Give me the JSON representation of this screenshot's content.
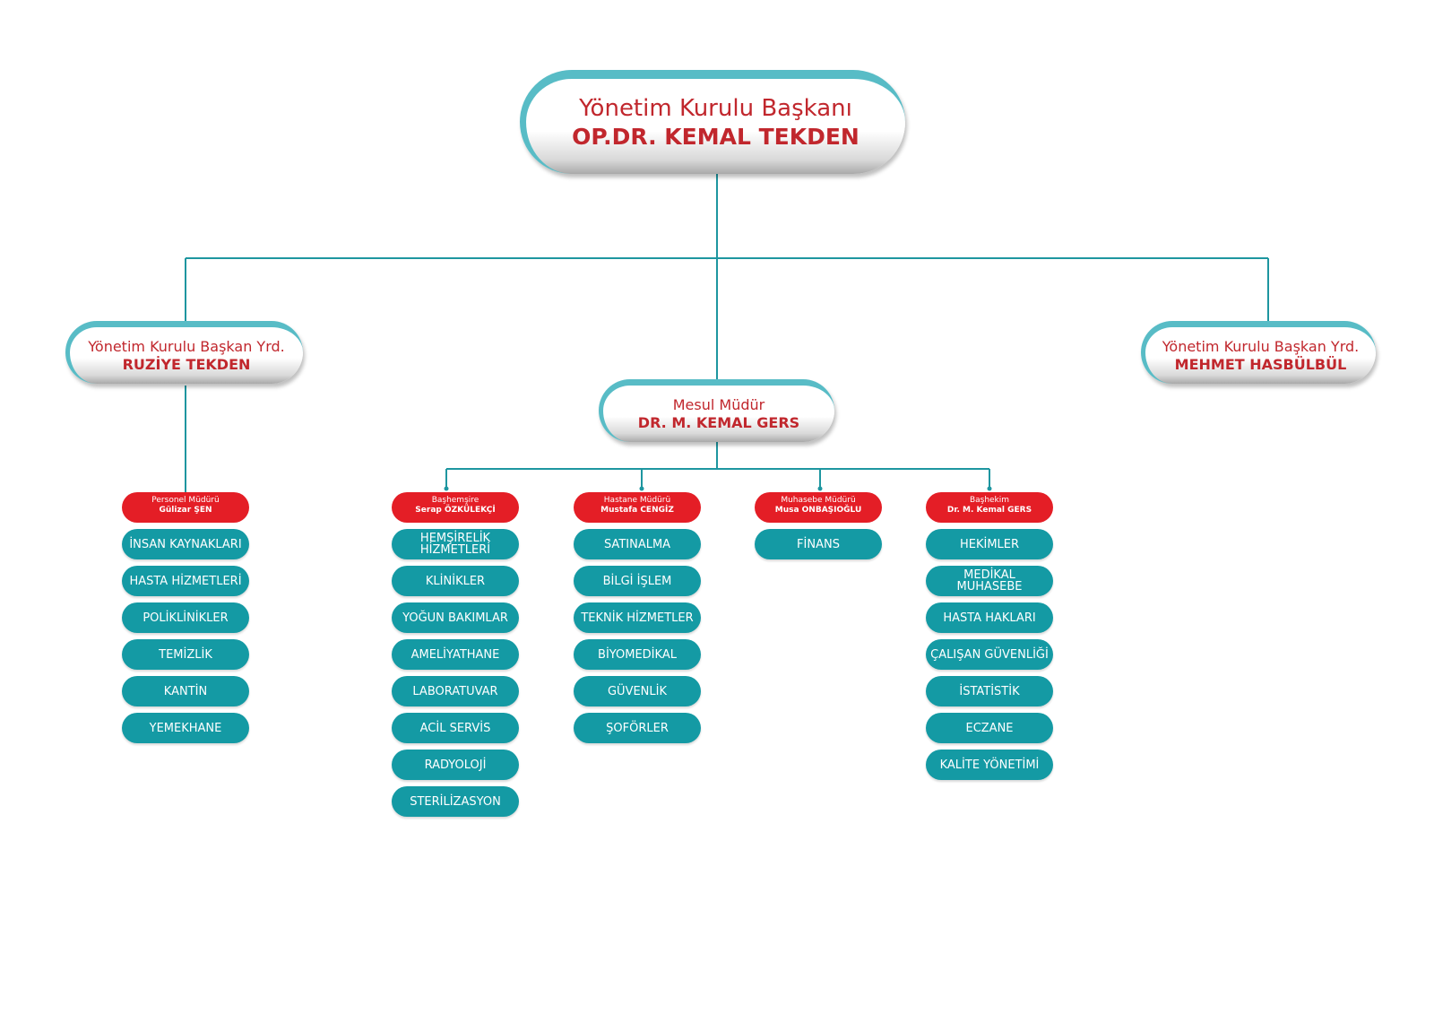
{
  "top": {
    "title": "Yönetim Kurulu Başkanı",
    "name": "OP.DR. KEMAL TEKDEN"
  },
  "left": {
    "title": "Yönetim Kurulu Başkan Yrd.",
    "name": "RUZİYE TEKDEN"
  },
  "right": {
    "title": "Yönetim Kurulu Başkan Yrd.",
    "name": "MEHMET HASBÜLBÜL"
  },
  "center": {
    "title": "Mesul Müdür",
    "name": "DR. M. KEMAL GERS"
  },
  "columns": [
    {
      "title": "Personel Müdürü",
      "name": "Gülizar ŞEN",
      "units": [
        "İNSAN KAYNAKLARI",
        "HASTA HİZMETLERİ",
        "POLİKLİNİKLER",
        "TEMİZLİK",
        "KANTİN",
        "YEMEKHANE"
      ]
    },
    {
      "title": "Başhemşire",
      "name": "Serap ÖZKÜLEKÇİ",
      "units": [
        "HEMŞİRELİK HİZMETLERİ",
        "KLİNİKLER",
        "YOĞUN BAKIMLAR",
        "AMELİYATHANE",
        "LABORATUVAR",
        "ACİL SERVİS",
        "RADYOLOJİ",
        "STERİLİZASYON"
      ]
    },
    {
      "title": "Hastane Müdürü",
      "name": "Mustafa CENGİZ",
      "units": [
        "SATINALMA",
        "BİLGİ İŞLEM",
        "TEKNİK HİZMETLER",
        "BİYOMEDİKAL",
        "GÜVENLİK",
        "ŞOFÖRLER"
      ]
    },
    {
      "title": "Muhasebe Müdürü",
      "name": "Musa ONBAŞIOĞLU",
      "units": [
        "FİNANS"
      ]
    },
    {
      "title": "Başhekim",
      "name": "Dr. M. Kemal GERS",
      "units": [
        "HEKİMLER",
        "MEDİKAL MUHASEBE",
        "HASTA HAKLARI",
        "ÇALIŞAN GÜVENLİĞİ",
        "İSTATİSTİK",
        "ECZANE",
        "KALİTE YÖNETİMİ"
      ]
    }
  ],
  "colors": {
    "teal": "#149aa4",
    "red": "#e41e26",
    "title_red": "#c1272d",
    "line": "#1e96a0"
  }
}
